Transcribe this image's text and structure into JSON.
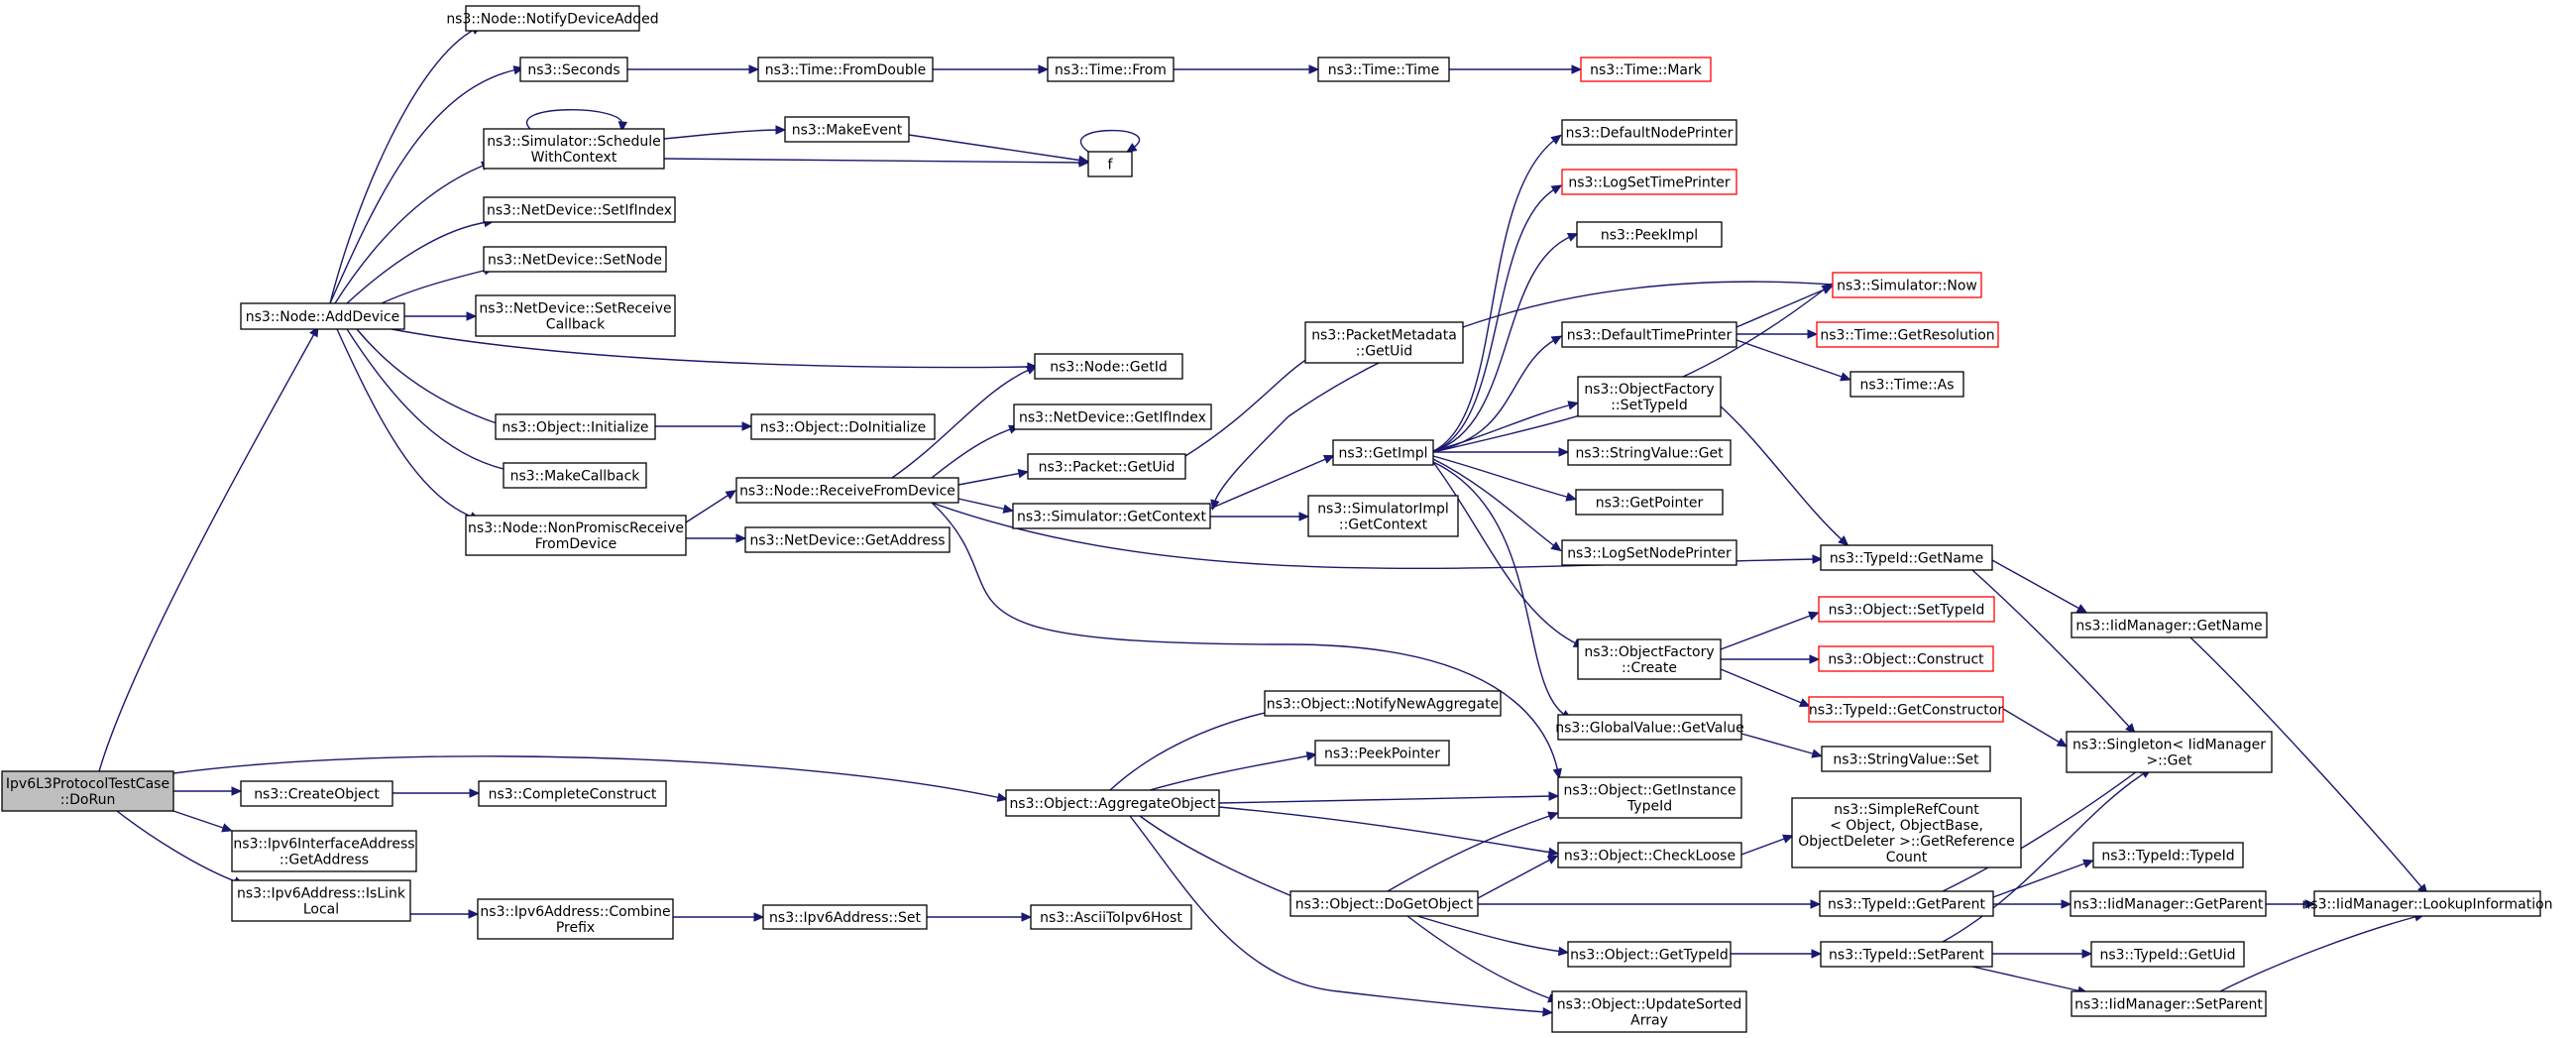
{
  "diagram": {
    "type": "call-graph",
    "colors": {
      "edge": "#191970",
      "node_border": "#000000",
      "truncated_border": "#ff0000",
      "root_fill": "#bfbfbf"
    },
    "nodes": [
      {
        "id": "root",
        "lines": [
          "Ipv6L3ProtocolTestCase",
          "::DoRun"
        ],
        "root": true
      },
      {
        "id": "addDevice",
        "lines": [
          "ns3::Node::AddDevice"
        ]
      },
      {
        "id": "createObject",
        "lines": [
          "ns3::CreateObject"
        ]
      },
      {
        "id": "ifaceGetAddr",
        "lines": [
          "ns3::Ipv6InterfaceAddress",
          "::GetAddress"
        ]
      },
      {
        "id": "isLinkLocal",
        "lines": [
          "ns3::Ipv6Address::IsLink",
          "Local"
        ]
      },
      {
        "id": "notifyDevAdded",
        "lines": [
          "ns3::Node::NotifyDeviceAdded"
        ]
      },
      {
        "id": "seconds",
        "lines": [
          "ns3::Seconds"
        ]
      },
      {
        "id": "scheduleCtx",
        "lines": [
          "ns3::Simulator::Schedule",
          "WithContext"
        ]
      },
      {
        "id": "setIfIndex",
        "lines": [
          "ns3::NetDevice::SetIfIndex"
        ]
      },
      {
        "id": "setNode",
        "lines": [
          "ns3::NetDevice::SetNode"
        ]
      },
      {
        "id": "setRecvCb",
        "lines": [
          "ns3::NetDevice::SetReceive",
          "Callback"
        ]
      },
      {
        "id": "objInit",
        "lines": [
          "ns3::Object::Initialize"
        ]
      },
      {
        "id": "makeCallback",
        "lines": [
          "ns3::MakeCallback"
        ]
      },
      {
        "id": "nonPromisc",
        "lines": [
          "ns3::Node::NonPromiscReceive",
          "FromDevice"
        ]
      },
      {
        "id": "completeConstruct",
        "lines": [
          "ns3::CompleteConstruct"
        ]
      },
      {
        "id": "combinePrefix",
        "lines": [
          "ns3::Ipv6Address::Combine",
          "Prefix"
        ]
      },
      {
        "id": "timeFromDouble",
        "lines": [
          "ns3::Time::FromDouble"
        ]
      },
      {
        "id": "makeEvent",
        "lines": [
          "ns3::MakeEvent"
        ]
      },
      {
        "id": "doInitialize",
        "lines": [
          "ns3::Object::DoInitialize"
        ]
      },
      {
        "id": "recvFromDevice",
        "lines": [
          "ns3::Node::ReceiveFromDevice"
        ]
      },
      {
        "id": "netDevGetAddr",
        "lines": [
          "ns3::NetDevice::GetAddress"
        ]
      },
      {
        "id": "ipv6Set",
        "lines": [
          "ns3::Ipv6Address::Set"
        ]
      },
      {
        "id": "timeFrom",
        "lines": [
          "ns3::Time::From"
        ]
      },
      {
        "id": "f",
        "lines": [
          "f"
        ]
      },
      {
        "id": "nodeGetId",
        "lines": [
          "ns3::Node::GetId"
        ]
      },
      {
        "id": "netDevGetIfIndex",
        "lines": [
          "ns3::NetDevice::GetIfIndex"
        ]
      },
      {
        "id": "packetGetUid",
        "lines": [
          "ns3::Packet::GetUid"
        ]
      },
      {
        "id": "simGetContext",
        "lines": [
          "ns3::Simulator::GetContext"
        ]
      },
      {
        "id": "aggregateObject",
        "lines": [
          "ns3::Object::AggregateObject"
        ]
      },
      {
        "id": "asciiToIpv6",
        "lines": [
          "ns3::AsciiToIpv6Host"
        ]
      },
      {
        "id": "timeTime",
        "lines": [
          "ns3::Time::Time"
        ]
      },
      {
        "id": "pktMetaGetUid",
        "lines": [
          "ns3::PacketMetadata",
          "::GetUid"
        ]
      },
      {
        "id": "getImpl",
        "lines": [
          "ns3::GetImpl"
        ]
      },
      {
        "id": "simImplGetCtx",
        "lines": [
          "ns3::SimulatorImpl",
          "::GetContext"
        ]
      },
      {
        "id": "notifyNewAgg",
        "lines": [
          "ns3::Object::NotifyNewAggregate"
        ]
      },
      {
        "id": "peekPointer",
        "lines": [
          "ns3::PeekPointer"
        ]
      },
      {
        "id": "doGetObject",
        "lines": [
          "ns3::Object::DoGetObject"
        ]
      },
      {
        "id": "timeMark",
        "lines": [
          "ns3::Time::Mark"
        ],
        "truncated": true
      },
      {
        "id": "defNodePrinter",
        "lines": [
          "ns3::DefaultNodePrinter"
        ]
      },
      {
        "id": "logSetTimePrinter",
        "lines": [
          "ns3::LogSetTimePrinter"
        ],
        "truncated": true
      },
      {
        "id": "peekImpl",
        "lines": [
          "ns3::PeekImpl"
        ]
      },
      {
        "id": "defTimePrinter",
        "lines": [
          "ns3::DefaultTimePrinter"
        ]
      },
      {
        "id": "objFactSetTypeId",
        "lines": [
          "ns3::ObjectFactory",
          "::SetTypeId"
        ]
      },
      {
        "id": "stringValueGet",
        "lines": [
          "ns3::StringValue::Get"
        ]
      },
      {
        "id": "getPointer",
        "lines": [
          "ns3::GetPointer"
        ]
      },
      {
        "id": "logSetNodePrinter",
        "lines": [
          "ns3::LogSetNodePrinter"
        ]
      },
      {
        "id": "objFactCreate",
        "lines": [
          "ns3::ObjectFactory",
          "::Create"
        ]
      },
      {
        "id": "globalValueGet",
        "lines": [
          "ns3::GlobalValue::GetValue"
        ]
      },
      {
        "id": "getInstanceTypeId",
        "lines": [
          "ns3::Object::GetInstance",
          "TypeId"
        ]
      },
      {
        "id": "checkLoose",
        "lines": [
          "ns3::Object::CheckLoose"
        ]
      },
      {
        "id": "objGetTypeId",
        "lines": [
          "ns3::Object::GetTypeId"
        ]
      },
      {
        "id": "updateSorted",
        "lines": [
          "ns3::Object::UpdateSorted",
          "Array"
        ]
      },
      {
        "id": "simNow",
        "lines": [
          "ns3::Simulator::Now"
        ],
        "truncated": true
      },
      {
        "id": "timeGetRes",
        "lines": [
          "ns3::Time::GetResolution"
        ],
        "truncated": true
      },
      {
        "id": "timeAs",
        "lines": [
          "ns3::Time::As"
        ]
      },
      {
        "id": "typeIdGetName",
        "lines": [
          "ns3::TypeId::GetName"
        ]
      },
      {
        "id": "objSetTypeId",
        "lines": [
          "ns3::Object::SetTypeId"
        ],
        "truncated": true
      },
      {
        "id": "objConstruct",
        "lines": [
          "ns3::Object::Construct"
        ],
        "truncated": true
      },
      {
        "id": "typeIdGetCtor",
        "lines": [
          "ns3::TypeId::GetConstructor"
        ],
        "truncated": true
      },
      {
        "id": "stringValueSet",
        "lines": [
          "ns3::StringValue::Set"
        ]
      },
      {
        "id": "simpleRefCount",
        "lines": [
          "ns3::SimpleRefCount",
          "< Object, ObjectBase,",
          "ObjectDeleter >::GetReference",
          "Count"
        ]
      },
      {
        "id": "typeIdGetParent",
        "lines": [
          "ns3::TypeId::GetParent"
        ]
      },
      {
        "id": "typeIdSetParent",
        "lines": [
          "ns3::TypeId::SetParent"
        ]
      },
      {
        "id": "iidGetName",
        "lines": [
          "ns3::IidManager::GetName"
        ]
      },
      {
        "id": "singletonGet",
        "lines": [
          "ns3::Singleton< IidManager",
          ">::Get"
        ]
      },
      {
        "id": "typeIdTypeId",
        "lines": [
          "ns3::TypeId::TypeId"
        ]
      },
      {
        "id": "iidGetParent",
        "lines": [
          "ns3::IidManager::GetParent"
        ]
      },
      {
        "id": "typeIdGetUid",
        "lines": [
          "ns3::TypeId::GetUid"
        ]
      },
      {
        "id": "iidSetParent",
        "lines": [
          "ns3::IidManager::SetParent"
        ]
      },
      {
        "id": "iidLookup",
        "lines": [
          "ns3::IidManager::LookupInformation"
        ]
      }
    ]
  }
}
